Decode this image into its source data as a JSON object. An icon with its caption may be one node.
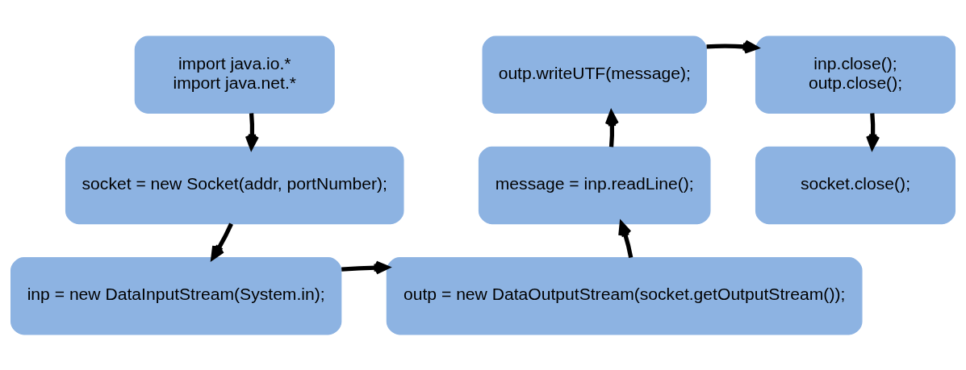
{
  "diagram": {
    "nodes": [
      {
        "text": [
          "import java.io.*",
          "import java.net.*"
        ]
      },
      {
        "text": [
          "socket = new Socket(addr, portNumber);"
        ]
      },
      {
        "text": [
          "inp = new DataInputStream(System.in);"
        ]
      },
      {
        "text": [
          "outp = new DataOutputStream(socket.getOutputStream());"
        ]
      },
      {
        "text": [
          "message = inp.readLine();"
        ]
      },
      {
        "text": [
          "outp.writeUTF(message);"
        ]
      },
      {
        "text": [
          "inp.close();",
          "outp.close();"
        ]
      },
      {
        "text": [
          "socket.close();"
        ]
      }
    ],
    "edges": [
      {
        "from": 0,
        "to": 1,
        "arrow": "to"
      },
      {
        "from": 1,
        "to": 2,
        "arrow": "to"
      },
      {
        "from": 2,
        "to": 3,
        "arrow": "to"
      },
      {
        "from": 3,
        "to": 4,
        "arrow": "to"
      },
      {
        "from": 4,
        "to": 5,
        "arrow": "to"
      },
      {
        "from": 5,
        "to": 6,
        "arrow": "to"
      },
      {
        "from": 6,
        "to": 7,
        "arrow": "to"
      }
    ]
  }
}
